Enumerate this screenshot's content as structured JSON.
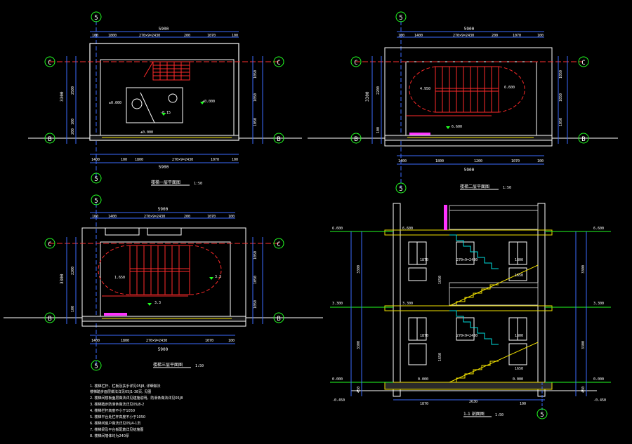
{
  "drawing": {
    "background": "#000000",
    "colors": {
      "dim": "#3b6cff",
      "wall": "#ffffff",
      "stair": "#ff2a2a",
      "axis": "#22ff22",
      "grid": "#ff3030",
      "yellow": "#f0e000",
      "cyan": "#00e0e0",
      "magenta": "#ff33ff",
      "green": "#20ff20"
    }
  },
  "plans": [
    {
      "id": "plan1",
      "title": "楼梯一层平面图",
      "scale": "1:50",
      "top_axis": "5",
      "bottom_axis": "5",
      "left_axes": [
        "C",
        "B"
      ],
      "right_axes": [
        "C",
        "B"
      ],
      "top_total": "5900",
      "top_segments": [
        "100",
        "1800",
        "270×9=2430",
        "200",
        "1070",
        "100"
      ],
      "bottom_total": "5900",
      "bottom_segments": [
        "1400",
        "100",
        "1800",
        "270×9=2430",
        "1070",
        "100"
      ],
      "left_total": "3300",
      "left_segments": [
        "2500",
        "100",
        "200"
      ],
      "right_segments": [
        "1050",
        "1050",
        "1050"
      ],
      "elev_labels": [
        "±0.000",
        "-0.15",
        "±0.000",
        "±0.000"
      ]
    },
    {
      "id": "plan2",
      "title": "楼梯二层平面图",
      "scale": "1:50",
      "top_axis": "5",
      "bottom_axis": "5",
      "left_axes": [
        "C",
        "B"
      ],
      "right_axes": [
        "C",
        "B"
      ],
      "top_total": "5900",
      "top_segments": [
        "100",
        "1400",
        "270×9=2430",
        "200",
        "1070",
        "100"
      ],
      "bottom_total": "5900",
      "bottom_segments": [
        "1400",
        "1800",
        "1200",
        "1070",
        "100"
      ],
      "left_total": "3300",
      "left_segments": [
        "2200",
        "100"
      ],
      "right_segments": [
        "1050",
        "1050",
        "1050"
      ],
      "elev_labels": [
        "4.950",
        "6.600",
        "6.600"
      ]
    },
    {
      "id": "plan3",
      "title": "楼梯三层平面图",
      "scale": "1:50",
      "top_axis": "5",
      "bottom_axis": "5",
      "left_axes": [
        "C",
        "B"
      ],
      "right_axes": [
        "C",
        "B"
      ],
      "top_total": "5900",
      "top_segments": [
        "100",
        "1400",
        "270×9=2430",
        "200",
        "1070",
        "100"
      ],
      "bottom_total": "5900",
      "bottom_segments": [
        "1400",
        "1800",
        "270×9=2430",
        "1070",
        "100"
      ],
      "left_total": "3300",
      "left_segments": [
        "2200",
        "100"
      ],
      "right_segments": [
        "1050",
        "1050",
        "1050"
      ],
      "elev_labels": [
        "1.650",
        "3.3",
        "3.3"
      ]
    }
  ],
  "section": {
    "id": "section",
    "title": "1-1 剖面图",
    "scale": "1:50",
    "bottom_axis": "5",
    "bottom_total": "2630",
    "bottom_segments": [
      "1870",
      "100"
    ],
    "levels": [
      "6.600",
      "3.300",
      "0.000",
      "-0.450"
    ],
    "left_dims": [
      "3300",
      "3300",
      "450"
    ],
    "right_dims": [
      "3300",
      "3300",
      "450"
    ],
    "stair_dims": [
      "270×9=2430",
      "270×9=2430",
      "1650",
      "1650"
    ],
    "mid_dims": [
      "1870",
      "1870",
      "1800",
      "1800",
      "1650",
      "1650"
    ]
  },
  "notes": [
    "1. 楼梯栏杆、栏板及扶手详见05J8, 详细做法",
    "   楼梯踏步面层做法详见05J1-38页, 见图",
    "2. 楼梯间楼板面层做法详见建施说明。防滑条做法详见05J8",
    "3. 楼梯踏步防滑条做法详见05J8-2",
    "4. 楼梯栏杆高度不小于1050",
    "5. 楼梯平台处栏杆高度不小于1050",
    "6. 楼梯间窗户做法详见05J4-1页",
    "7. 楼梯梁及平台板配筋详见结施图",
    "8. 楼梯间墙体均为240厚"
  ]
}
